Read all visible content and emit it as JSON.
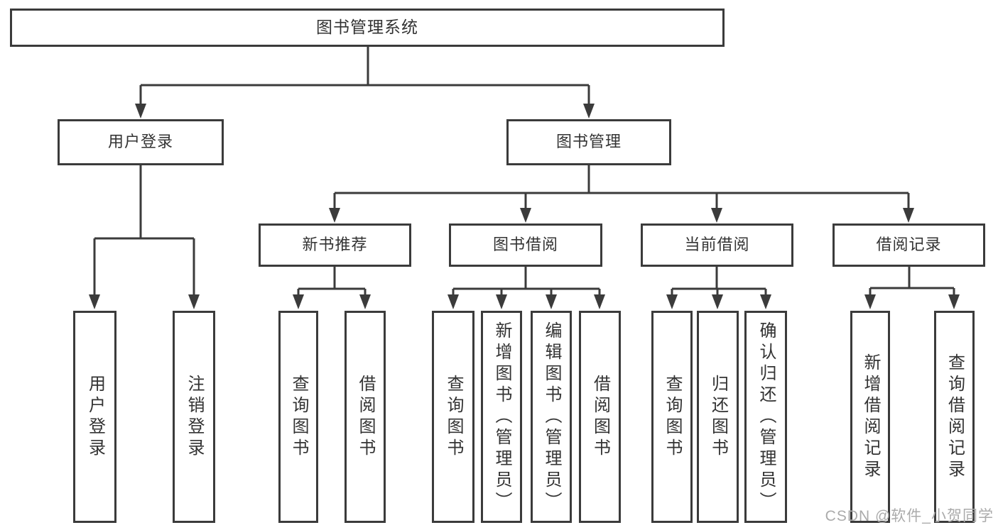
{
  "diagram": {
    "colors": {
      "line": "#3b3b3b",
      "text": "#333333",
      "watermark": "#ababab",
      "background": "#ffffff"
    },
    "watermark": "CSDN @软件_小贺同学",
    "nodes": {
      "root": {
        "label": "图书管理系统"
      },
      "login": {
        "label": "用户登录"
      },
      "mgmt": {
        "label": "图书管理"
      },
      "newrec": {
        "label": "新书推荐"
      },
      "borrow": {
        "label": "图书借阅"
      },
      "current": {
        "label": "当前借阅"
      },
      "records": {
        "label": "借阅记录"
      },
      "a1": {
        "label": "用户登录"
      },
      "a2": {
        "label": "注销登录"
      },
      "b1": {
        "label": "查询图书"
      },
      "b2": {
        "label": "借阅图书"
      },
      "c1": {
        "label": "查询图书"
      },
      "c2": {
        "label": "新增图书（管理员）"
      },
      "c3": {
        "label": "编辑图书（管理员）"
      },
      "c4": {
        "label": "借阅图书"
      },
      "d1": {
        "label": "查询图书"
      },
      "d2": {
        "label": "归还图书"
      },
      "d3": {
        "label": "确认归还（管理员）"
      },
      "e1": {
        "label": "新增借阅记录"
      },
      "e2": {
        "label": "查询借阅记录"
      }
    }
  }
}
